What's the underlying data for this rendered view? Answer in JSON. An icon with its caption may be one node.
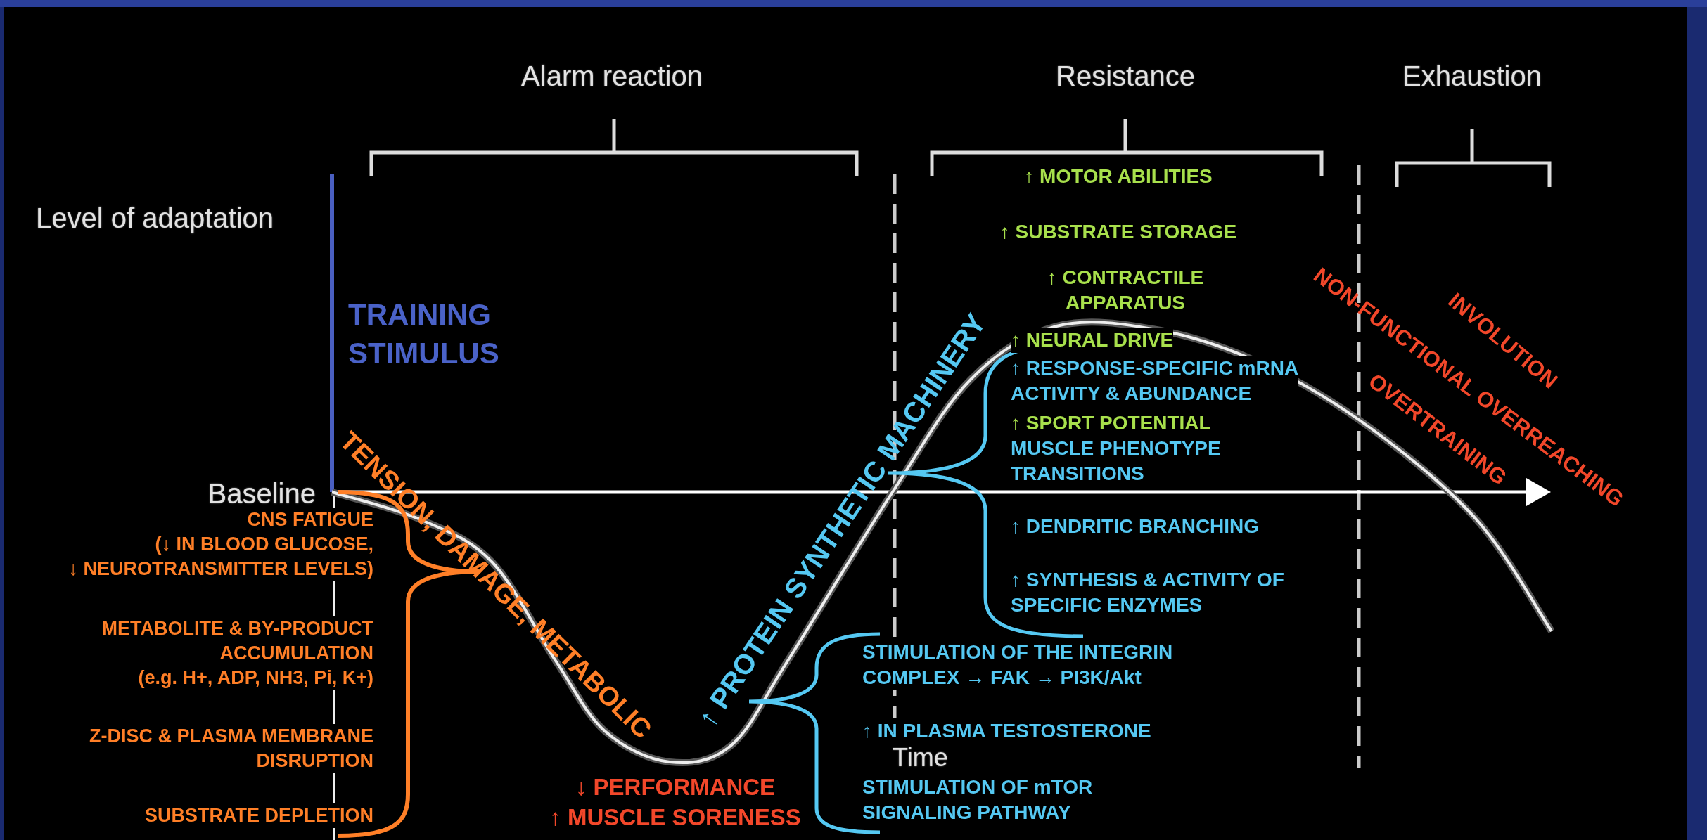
{
  "diagram": {
    "labels": [
      "Alarm reaction",
      "Resistance",
      "Exhaustion",
      "↑ MOTOR ABILITIES",
      "Level of adaptation",
      "↑ SUBSTRATE STORAGE",
      "NON-FUNCTIONAL OVERREACHING",
      "↑ CONTRACTILE APPARATUS",
      "INVOLUTION",
      "TRAINING STIMULUS",
      "↑ NEURAL DRIVE",
      "↑ RESPONSE-SPECIFIC mRNA ACTIVITY & ABUNDANCE",
      "OVERTRAINING",
      "TENSION, DAMAGE, METABOLIC",
      "↑ PROTEIN SYNTHETIC MACHINERY",
      "↑ SPORT POTENTIAL",
      "MUSCLE PHENOTYPE TRANSITIONS",
      "Baseline",
      "CNS FATIGUE (↓ IN BLOOD GLUCOSE, ↓ NEUROTRANSMITTER LEVELS)",
      "↑ DENDRITIC BRANCHING",
      "↑ SYNTHESIS & ACTIVITY OF SPECIFIC ENZYMES",
      "METABOLITE & BY-PRODUCT ACCUMULATION (e.g. H+, ADP, NH3, Pi, K+)",
      "STIMULATION OF THE INTEGRIN COMPLEX → FAK → PI3K/Akt",
      "↑ IN PLASMA TESTOSTERONE",
      "Z-DISC & PLASMA MEMBRANE DISRUPTION",
      "Time",
      "STIMULATION OF mTOR SIGNALING PATHWAY",
      "↓ PERFORMANCE",
      "↑ MUSCLE SORENESS",
      "SUBSTRATE DEPLETION"
    ]
  }
}
